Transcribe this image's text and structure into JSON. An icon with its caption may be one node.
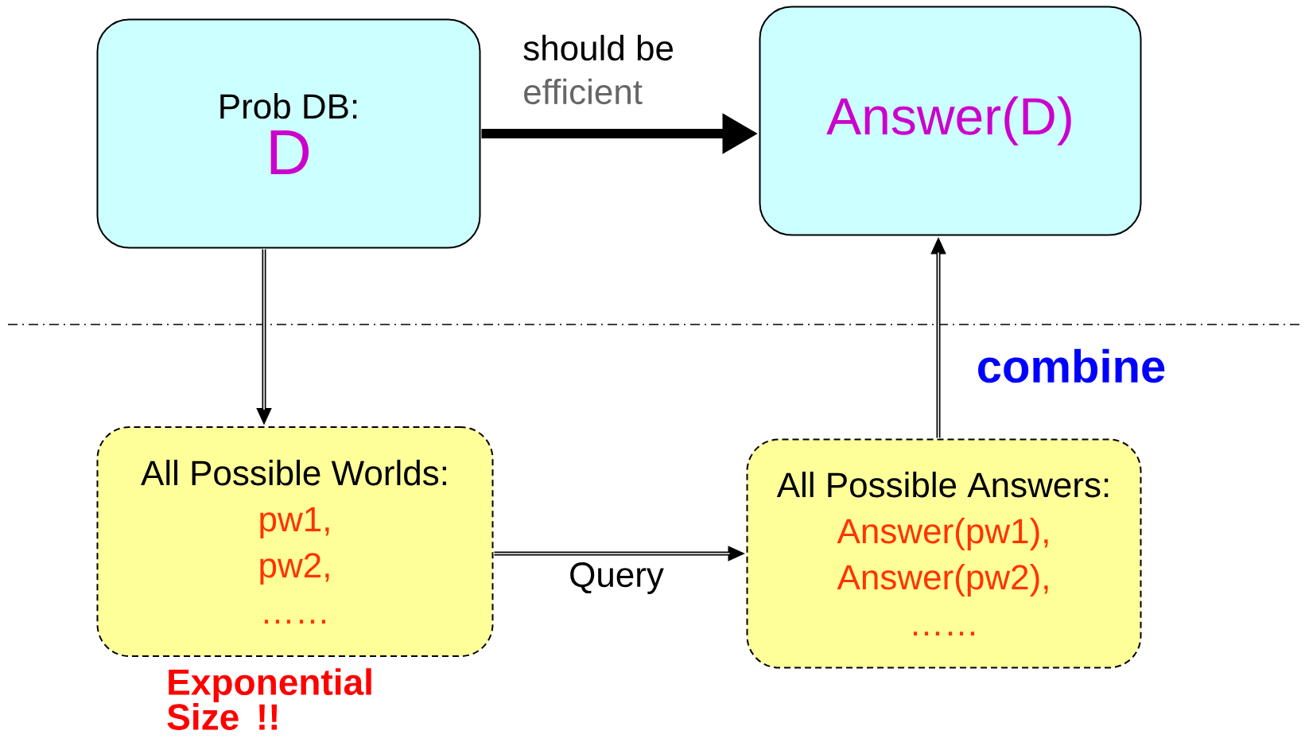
{
  "diagram": {
    "nodes": [
      {
        "text": [
          "Prob DB:",
          "D"
        ]
      },
      {
        "text": [
          "Answer(D)"
        ]
      },
      {
        "text": [
          "All Possible Worlds:",
          "pw1,",
          "pw2,",
          "……"
        ],
        "beside": [
          "Exponential Size !!"
        ]
      },
      {
        "text": [
          "All Possible Answers:",
          "Answer(pw1),",
          "Answer(pw2),",
          "……"
        ]
      }
    ],
    "edges": [
      {
        "from": 0,
        "to": 1,
        "arrow": "to",
        "label": "should be",
        "style": "thick",
        "color": "#000000"
      },
      {
        "from": 0,
        "to": 2,
        "arrow": "to"
      },
      {
        "from": 2,
        "to": 3,
        "arrow": "to",
        "label": "Query"
      },
      {
        "from": 3,
        "to": 1,
        "arrow": "to",
        "label": "combine"
      }
    ],
    "labels": [
      "efficient"
    ]
  }
}
